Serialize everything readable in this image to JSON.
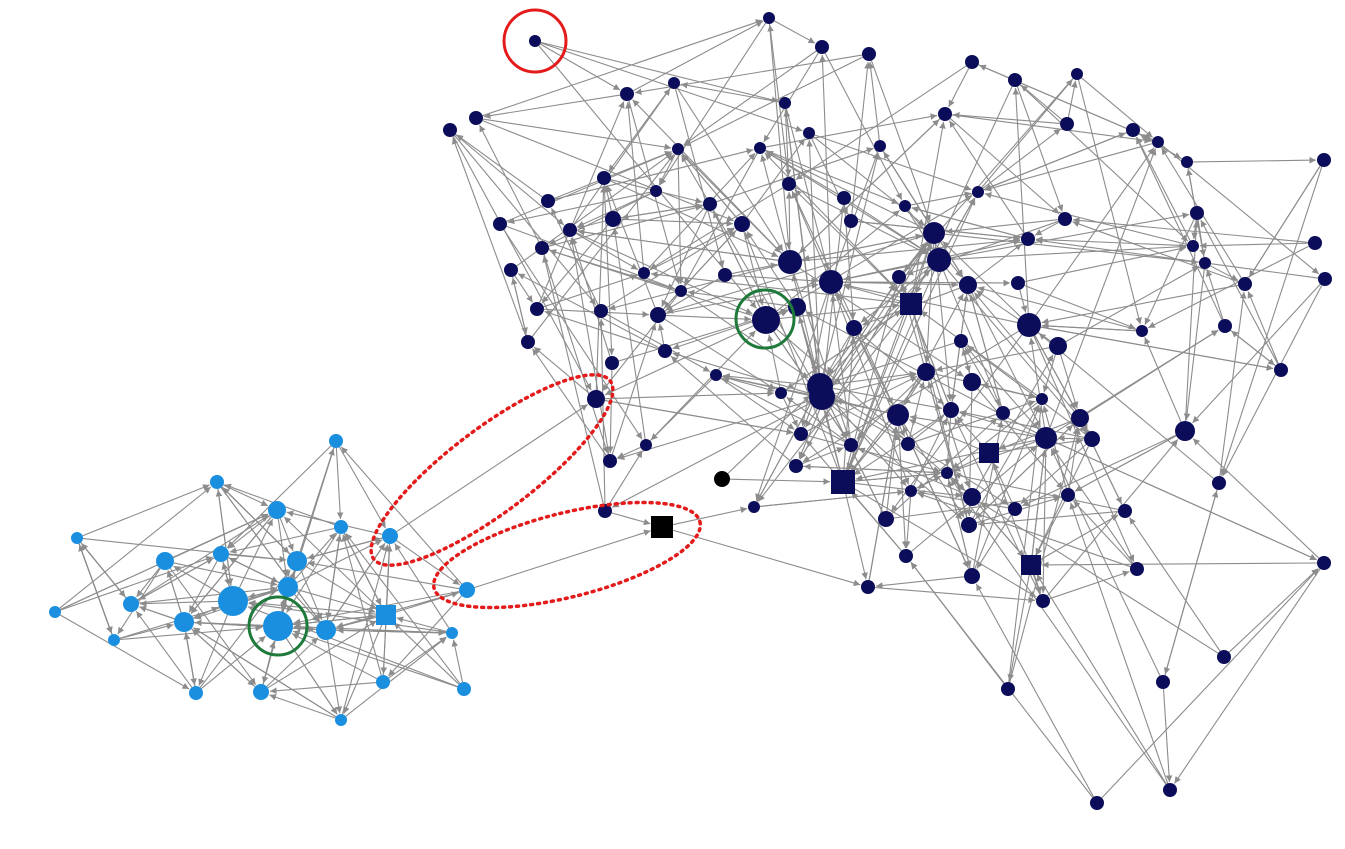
{
  "colors": {
    "background": "#ffffff",
    "edge": "#8c8c8c",
    "community_large": "#0b0c5a",
    "community_small": "#1a8fe0",
    "bridge_node": "#000000",
    "outlier_circle": "#e31b1b",
    "hub_circle": "#1e7a3a",
    "bridge_ellipse": "#e31b1b"
  },
  "node_shapes": [
    "circle",
    "square"
  ],
  "highlight_styles": {
    "outlier": "solid-circle",
    "hub": "solid-circle",
    "bridge": "dotted-ellipse"
  }
}
